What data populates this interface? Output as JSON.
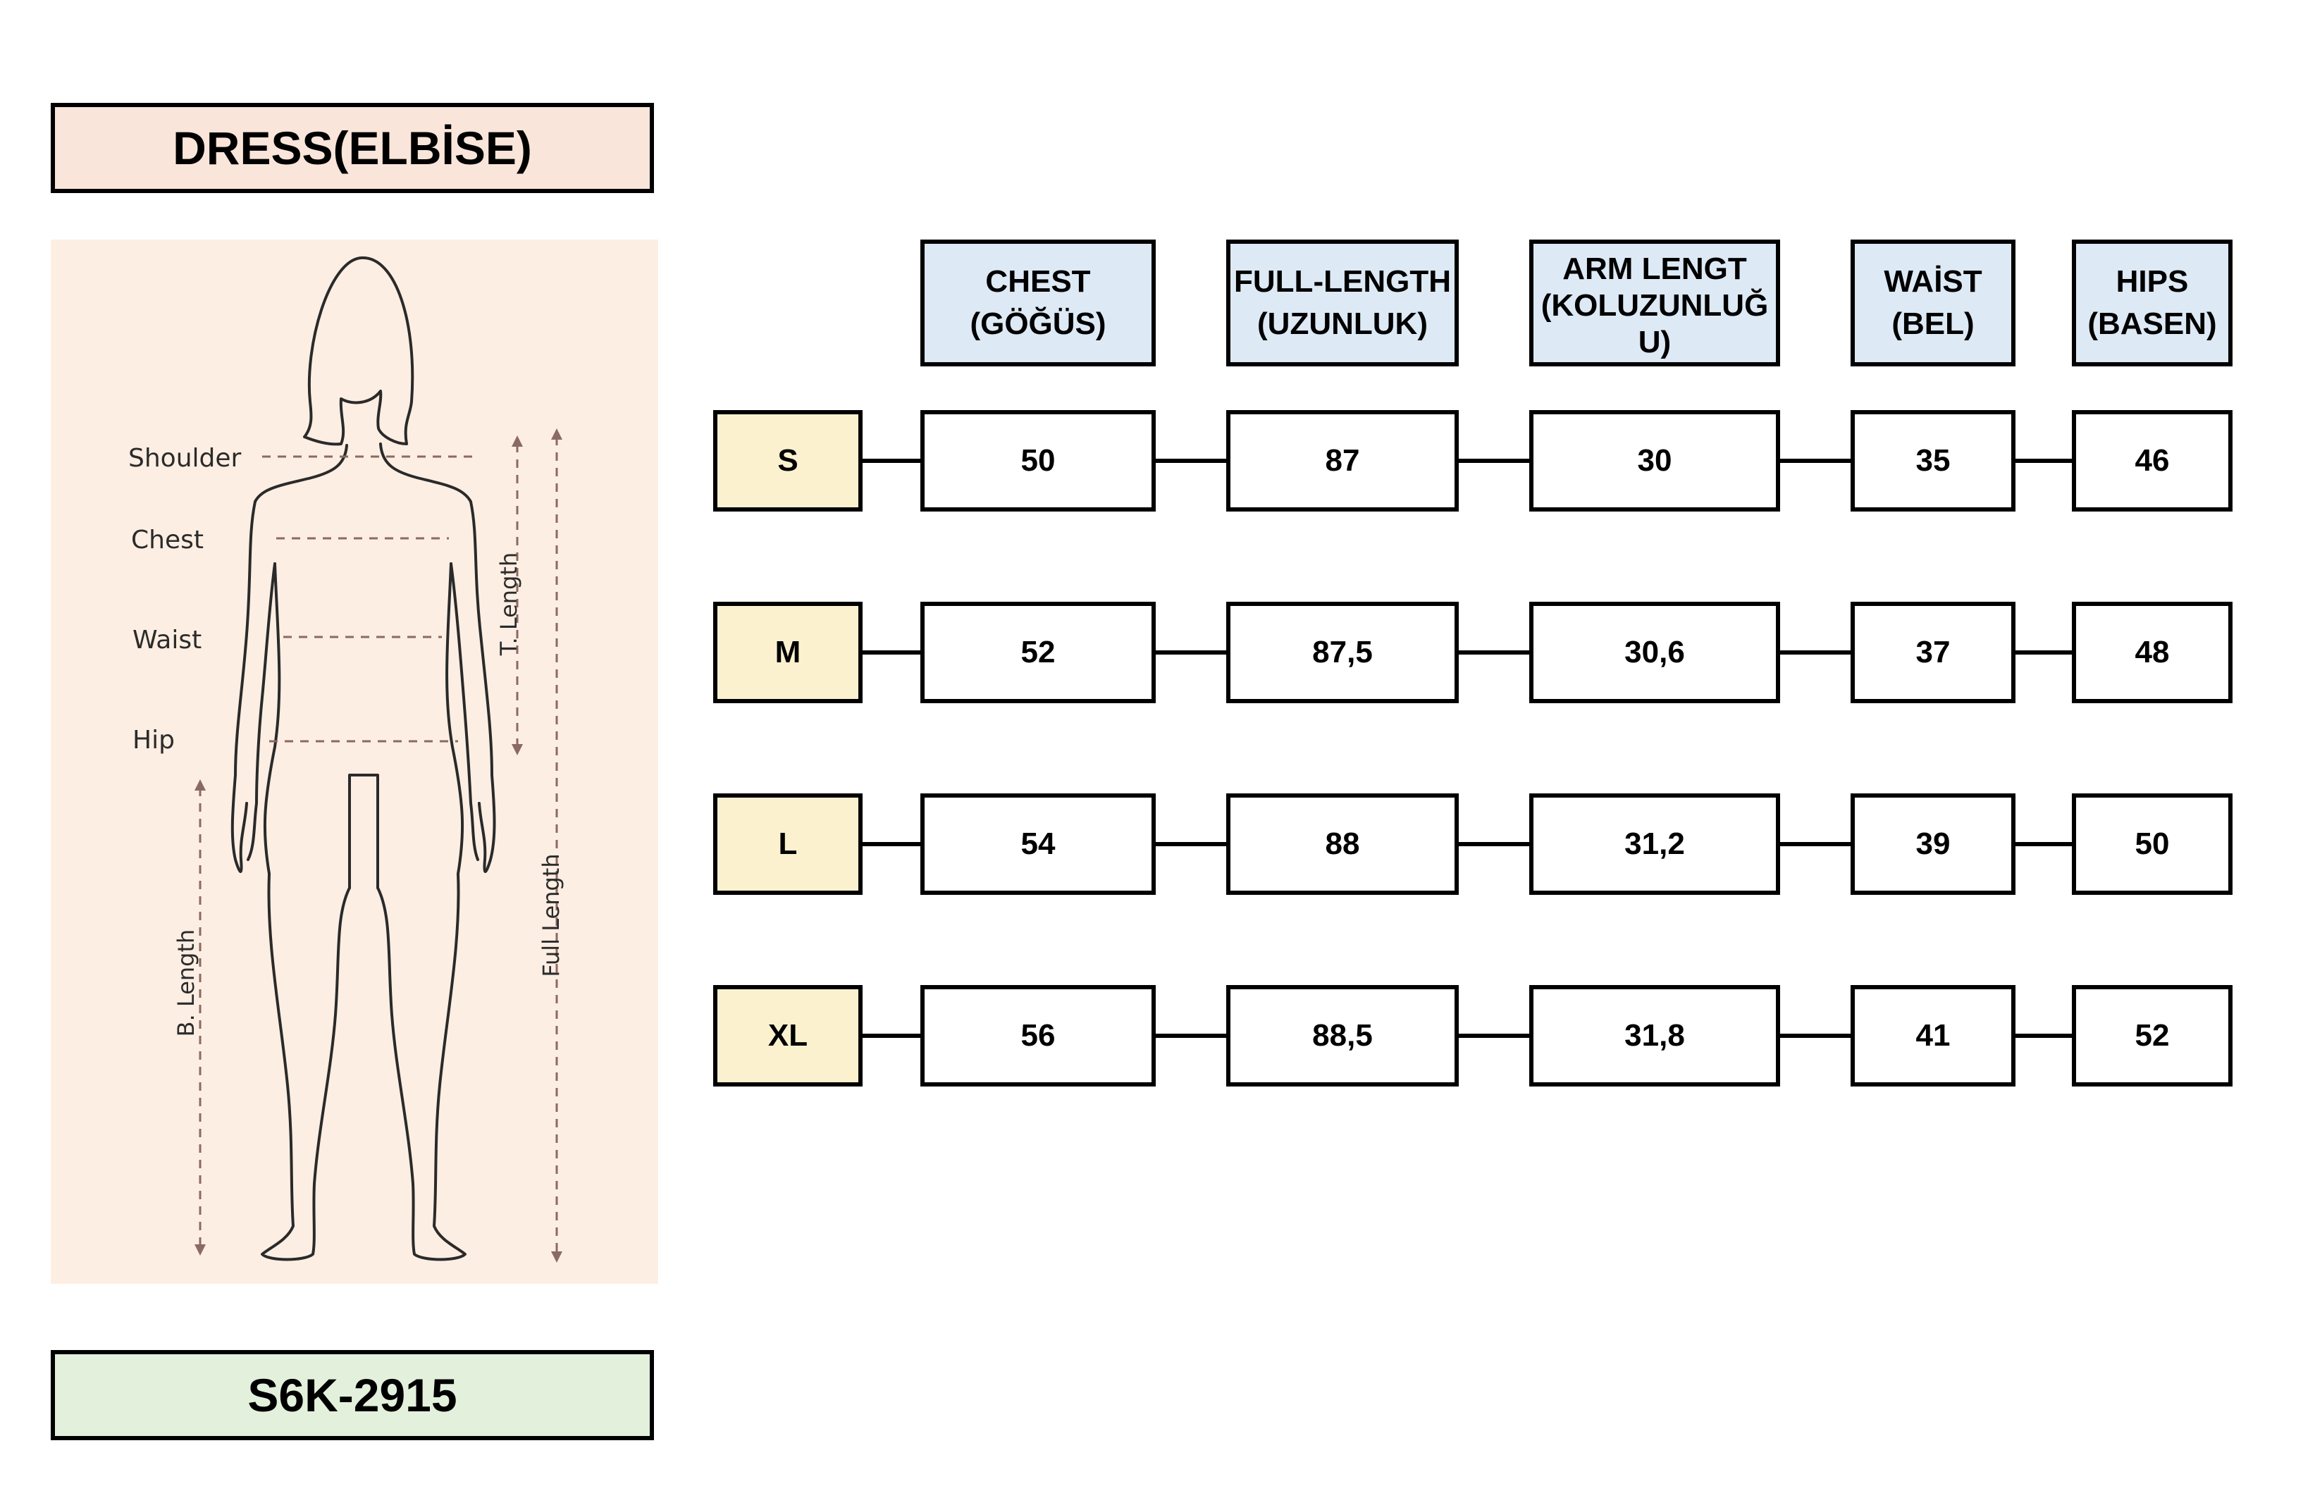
{
  "title": "DRESS(ELBİSE)",
  "product_code": "S6K-2915",
  "figure": {
    "labels": {
      "shoulder": "Shoulder",
      "chest": "Chest",
      "waist": "Waist",
      "hip": "Hip",
      "t_length": "T. Length",
      "full_length": "Full Length",
      "b_length": "B. Length"
    }
  },
  "table": {
    "headers": [
      {
        "line1": "CHEST",
        "line2": "(GÖĞÜS)"
      },
      {
        "line1": "FULL-LENGTH",
        "line2": "(UZUNLUK)"
      },
      {
        "line1": "ARM LENGT",
        "line2": "(KOLUZUNLUĞ",
        "line3": "U)"
      },
      {
        "line1": "WAİST",
        "line2": "(BEL)"
      },
      {
        "line1": "HIPS",
        "line2": "(BASEN)"
      }
    ],
    "rows": [
      {
        "size": "S",
        "values": [
          "50",
          "87",
          "30",
          "35",
          "46"
        ]
      },
      {
        "size": "M",
        "values": [
          "52",
          "87,5",
          "30,6",
          "37",
          "48"
        ]
      },
      {
        "size": "L",
        "values": [
          "54",
          "88",
          "31,2",
          "39",
          "50"
        ]
      },
      {
        "size": "XL",
        "values": [
          "56",
          "88,5",
          "31,8",
          "41",
          "52"
        ]
      }
    ]
  }
}
